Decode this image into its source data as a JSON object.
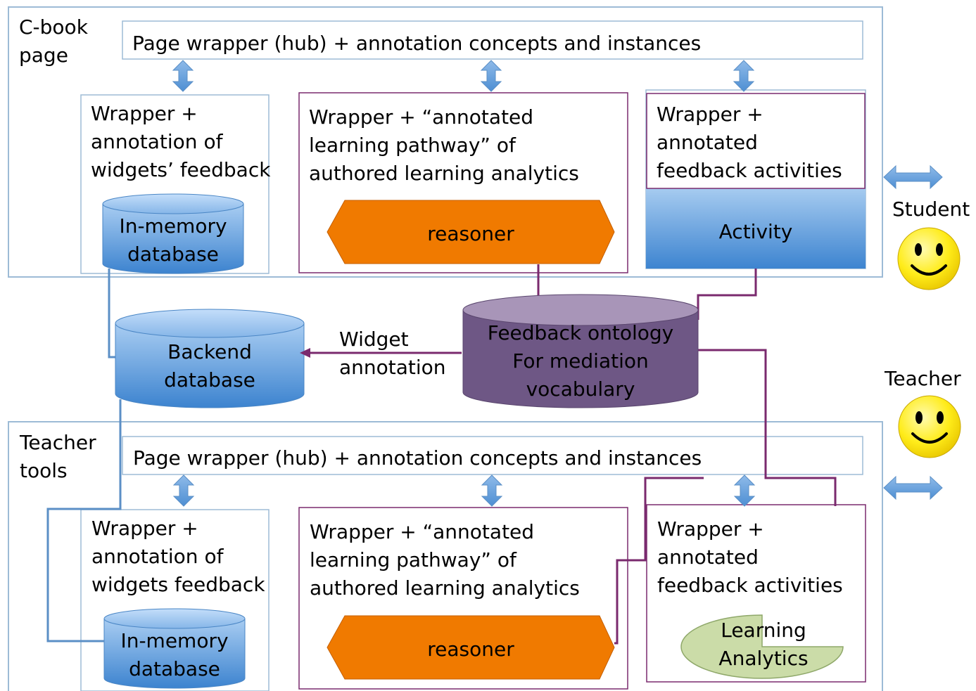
{
  "top": {
    "page_label": "C-book\npage",
    "hub_text": "Page wrapper (hub) + annotation concepts and instances",
    "box1_text": "Wrapper +\nannotation of\nwidgets’ feedback",
    "db1_text": "In-memory\ndatabase",
    "box2_text": "Wrapper +  “annotated\nlearning pathway” of\nauthored  learning analytics",
    "reasoner_text": "reasoner",
    "box3_text": "Wrapper +\nannotated\nfeedback activities",
    "activity_text": "Activity"
  },
  "middle": {
    "backend_text": "Backend\ndatabase",
    "widget_annotation_text": "Widget\nannotation",
    "ontology_text": "Feedback ontology\nFor mediation\nvocabulary"
  },
  "bottom": {
    "page_label": "Teacher\ntools",
    "hub_text": "Page wrapper (hub) + annotation concepts and instances",
    "box1_text": "Wrapper +\nannotation of\nwidgets feedback",
    "db1_text": "In-memory\ndatabase",
    "box2_text": "Wrapper +  “annotated\nlearning pathway” of\nauthored  learning analytics",
    "reasoner_text": "reasoner",
    "box3_text": "Wrapper +\nannotated\nfeedback activities",
    "analytics_text": "Learning\nAnalytics"
  },
  "actors": {
    "student": "Student",
    "teacher": "Teacher"
  },
  "colors": {
    "frame_blue": "#9dbbd6",
    "box_purple": "#7a2a6e",
    "db_blue": "#5b9bd5",
    "reasoner_orange": "#f07a00",
    "ontology_purple": "#6e5785",
    "analytics_green": "#cbdca8",
    "smiley_yellow": "#ffe600"
  }
}
